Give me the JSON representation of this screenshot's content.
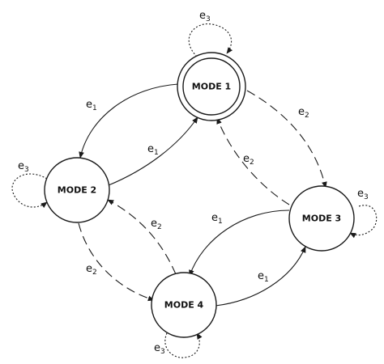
{
  "nodes": [
    {
      "id": "m1",
      "label": "MODE 1",
      "accepting": true
    },
    {
      "id": "m2",
      "label": "MODE 2",
      "accepting": false
    },
    {
      "id": "m3",
      "label": "MODE 3",
      "accepting": false
    },
    {
      "id": "m4",
      "label": "MODE 4",
      "accepting": false
    }
  ],
  "edges": [
    {
      "id": "m1-m2",
      "from": "MODE 1",
      "to": "MODE 2",
      "style": "solid",
      "event": "e",
      "sub": "1"
    },
    {
      "id": "m2-m1",
      "from": "MODE 2",
      "to": "MODE 1",
      "style": "solid",
      "event": "e",
      "sub": "1"
    },
    {
      "id": "m1-m3",
      "from": "MODE 1",
      "to": "MODE 3",
      "style": "dashed",
      "event": "e",
      "sub": "2"
    },
    {
      "id": "m3-m1",
      "from": "MODE 3",
      "to": "MODE 1",
      "style": "dashed",
      "event": "e",
      "sub": "2"
    },
    {
      "id": "m2-m4",
      "from": "MODE 2",
      "to": "MODE 4",
      "style": "dashed",
      "event": "e",
      "sub": "2"
    },
    {
      "id": "m4-m2",
      "from": "MODE 4",
      "to": "MODE 2",
      "style": "dashed",
      "event": "e",
      "sub": "2"
    },
    {
      "id": "m3-m4",
      "from": "MODE 3",
      "to": "MODE 4",
      "style": "solid",
      "event": "e",
      "sub": "1"
    },
    {
      "id": "m4-m3",
      "from": "MODE 4",
      "to": "MODE 3",
      "style": "solid",
      "event": "e",
      "sub": "1"
    },
    {
      "id": "m1-loop",
      "from": "MODE 1",
      "to": "MODE 1",
      "style": "dotted",
      "event": "e",
      "sub": "3"
    },
    {
      "id": "m2-loop",
      "from": "MODE 2",
      "to": "MODE 2",
      "style": "dotted",
      "event": "e",
      "sub": "3"
    },
    {
      "id": "m3-loop",
      "from": "MODE 3",
      "to": "MODE 3",
      "style": "dotted",
      "event": "e",
      "sub": "3"
    },
    {
      "id": "m4-loop",
      "from": "MODE 4",
      "to": "MODE 4",
      "style": "dotted",
      "event": "e",
      "sub": "3"
    }
  ]
}
